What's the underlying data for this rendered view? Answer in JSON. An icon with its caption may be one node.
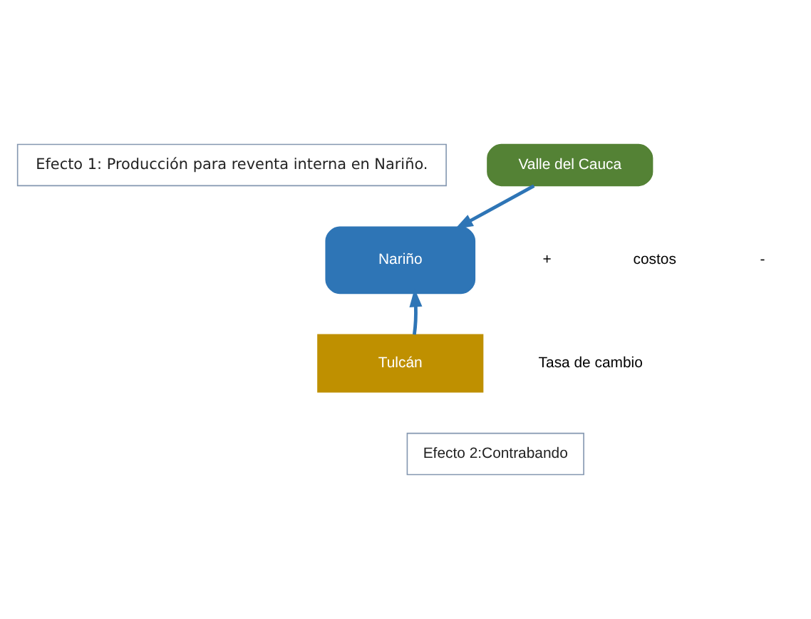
{
  "diagram": {
    "nodes": [
      {
        "text": [
          "Efecto 1: Producción para reventa interna en Nariño."
        ]
      },
      {
        "text": [
          "Valle del Cauca"
        ]
      },
      {
        "text": [
          "Nariño"
        ]
      },
      {
        "text": [
          "Tulcán"
        ]
      },
      {
        "text": [
          "Efecto 2:Contrabando"
        ]
      }
    ],
    "edges": [
      {
        "from": 1,
        "to": 2,
        "arrow": "to"
      },
      {
        "from": 3,
        "to": 2,
        "arrow": "to"
      }
    ],
    "labels": [
      "+",
      "costos",
      "-",
      "Tasa de cambio"
    ]
  }
}
